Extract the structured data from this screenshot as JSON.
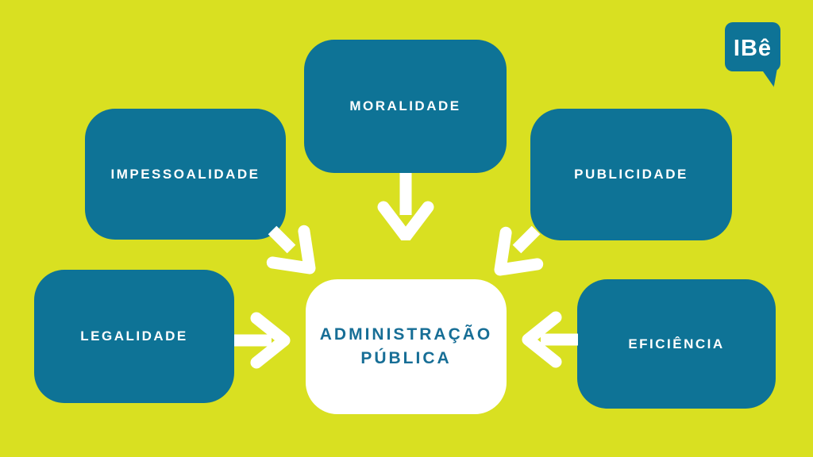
{
  "colors": {
    "background": "#d9e021",
    "principle_box": "#0e7396",
    "center_box": "#ffffff",
    "center_text": "#176e96",
    "label_text": "#ffffff",
    "arrow": "#ffffff"
  },
  "logo": {
    "text": "IBê"
  },
  "center_box": {
    "line1": "ADMINISTRAÇÃO",
    "line2": "PÚBLICA"
  },
  "boxes": [
    {
      "id": "moralidade",
      "label": "MORALIDADE"
    },
    {
      "id": "impessoalidade",
      "label": "IMPESSOALIDADE"
    },
    {
      "id": "publicidade",
      "label": "PUBLICIDADE"
    },
    {
      "id": "legalidade",
      "label": "LEGALIDADE"
    },
    {
      "id": "eficiencia",
      "label": "EFICIÊNCIA"
    }
  ]
}
